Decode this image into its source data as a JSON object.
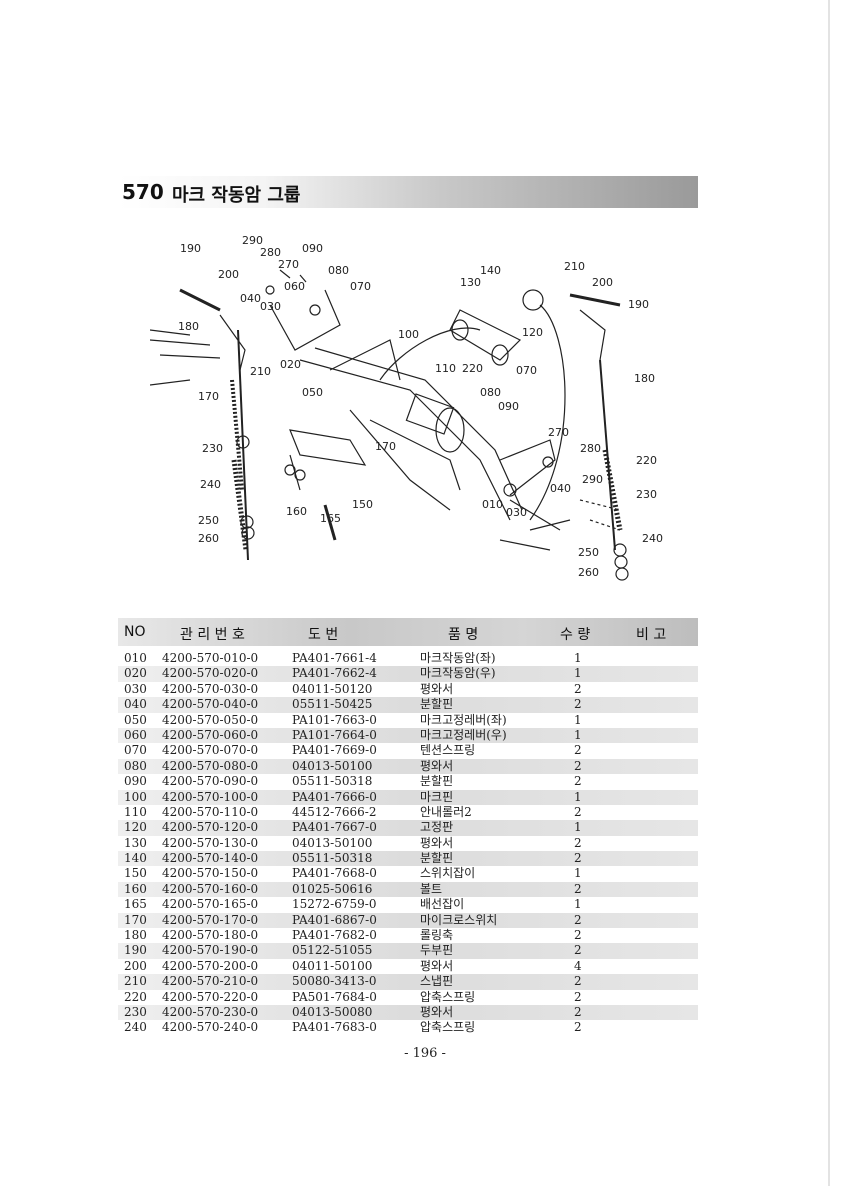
{
  "section": {
    "number": "570",
    "title": "마크 작동암 그룹"
  },
  "diagram": {
    "callouts": [
      "190",
      "290",
      "280",
      "270",
      "090",
      "080",
      "200",
      "060",
      "070",
      "040",
      "030",
      "180",
      "210",
      "020",
      "100",
      "130",
      "140",
      "120",
      "070",
      "110",
      "220",
      "170",
      "050",
      "080",
      "090",
      "230",
      "270",
      "280",
      "170",
      "240",
      "160",
      "165",
      "150",
      "010",
      "030",
      "040",
      "290",
      "250",
      "260",
      "210",
      "200",
      "190",
      "180",
      "220",
      "230",
      "240",
      "250",
      "260"
    ]
  },
  "table": {
    "headers": {
      "no": "NO",
      "mgmt": "관 리 번 호",
      "drawing": "도     번",
      "name": "품     명",
      "qty": "수 량",
      "remark": "비 고"
    },
    "rows": [
      {
        "no": "010",
        "mgmt": "4200-570-010-0",
        "drawing": "PA401-7661-4",
        "name": "마크작동암(좌)",
        "qty": "1"
      },
      {
        "no": "020",
        "mgmt": "4200-570-020-0",
        "drawing": "PA401-7662-4",
        "name": "마크작동암(우)",
        "qty": "1"
      },
      {
        "no": "030",
        "mgmt": "4200-570-030-0",
        "drawing": "04011-50120",
        "name": "평와서",
        "qty": "2"
      },
      {
        "no": "040",
        "mgmt": "4200-570-040-0",
        "drawing": "05511-50425",
        "name": "분할핀",
        "qty": "2"
      },
      {
        "no": "050",
        "mgmt": "4200-570-050-0",
        "drawing": "PA101-7663-0",
        "name": "마크고정레버(좌)",
        "qty": "1"
      },
      {
        "no": "060",
        "mgmt": "4200-570-060-0",
        "drawing": "PA101-7664-0",
        "name": "마크고정레버(우)",
        "qty": "1"
      },
      {
        "no": "070",
        "mgmt": "4200-570-070-0",
        "drawing": "PA401-7669-0",
        "name": "텐션스프링",
        "qty": "2"
      },
      {
        "no": "080",
        "mgmt": "4200-570-080-0",
        "drawing": "04013-50100",
        "name": "평와서",
        "qty": "2"
      },
      {
        "no": "090",
        "mgmt": "4200-570-090-0",
        "drawing": "05511-50318",
        "name": "분할핀",
        "qty": "2"
      },
      {
        "no": "100",
        "mgmt": "4200-570-100-0",
        "drawing": "PA401-7666-0",
        "name": "마크핀",
        "qty": "1"
      },
      {
        "no": "110",
        "mgmt": "4200-570-110-0",
        "drawing": "44512-7666-2",
        "name": "안내롤러2",
        "qty": "2"
      },
      {
        "no": "120",
        "mgmt": "4200-570-120-0",
        "drawing": "PA401-7667-0",
        "name": "고정판",
        "qty": "1"
      },
      {
        "no": "130",
        "mgmt": "4200-570-130-0",
        "drawing": "04013-50100",
        "name": "평와서",
        "qty": "2"
      },
      {
        "no": "140",
        "mgmt": "4200-570-140-0",
        "drawing": "05511-50318",
        "name": "분할핀",
        "qty": "2"
      },
      {
        "no": "150",
        "mgmt": "4200-570-150-0",
        "drawing": "PA401-7668-0",
        "name": "스위치잡이",
        "qty": "1"
      },
      {
        "no": "160",
        "mgmt": "4200-570-160-0",
        "drawing": "01025-50616",
        "name": "볼트",
        "qty": "2"
      },
      {
        "no": "165",
        "mgmt": "4200-570-165-0",
        "drawing": "15272-6759-0",
        "name": "배선잡이",
        "qty": "1"
      },
      {
        "no": "170",
        "mgmt": "4200-570-170-0",
        "drawing": "PA401-6867-0",
        "name": "마이크로스위치",
        "qty": "2"
      },
      {
        "no": "180",
        "mgmt": "4200-570-180-0",
        "drawing": "PA401-7682-0",
        "name": "롤링축",
        "qty": "2"
      },
      {
        "no": "190",
        "mgmt": "4200-570-190-0",
        "drawing": "05122-51055",
        "name": "두부핀",
        "qty": "2"
      },
      {
        "no": "200",
        "mgmt": "4200-570-200-0",
        "drawing": "04011-50100",
        "name": "평와서",
        "qty": "4"
      },
      {
        "no": "210",
        "mgmt": "4200-570-210-0",
        "drawing": "50080-3413-0",
        "name": "스냅핀",
        "qty": "2"
      },
      {
        "no": "220",
        "mgmt": "4200-570-220-0",
        "drawing": "PA501-7684-0",
        "name": "압축스프링",
        "qty": "2"
      },
      {
        "no": "230",
        "mgmt": "4200-570-230-0",
        "drawing": "04013-50080",
        "name": "평와서",
        "qty": "2"
      },
      {
        "no": "240",
        "mgmt": "4200-570-240-0",
        "drawing": "PA401-7683-0",
        "name": "압축스프링",
        "qty": "2"
      }
    ]
  },
  "page_number": "- 196 -"
}
